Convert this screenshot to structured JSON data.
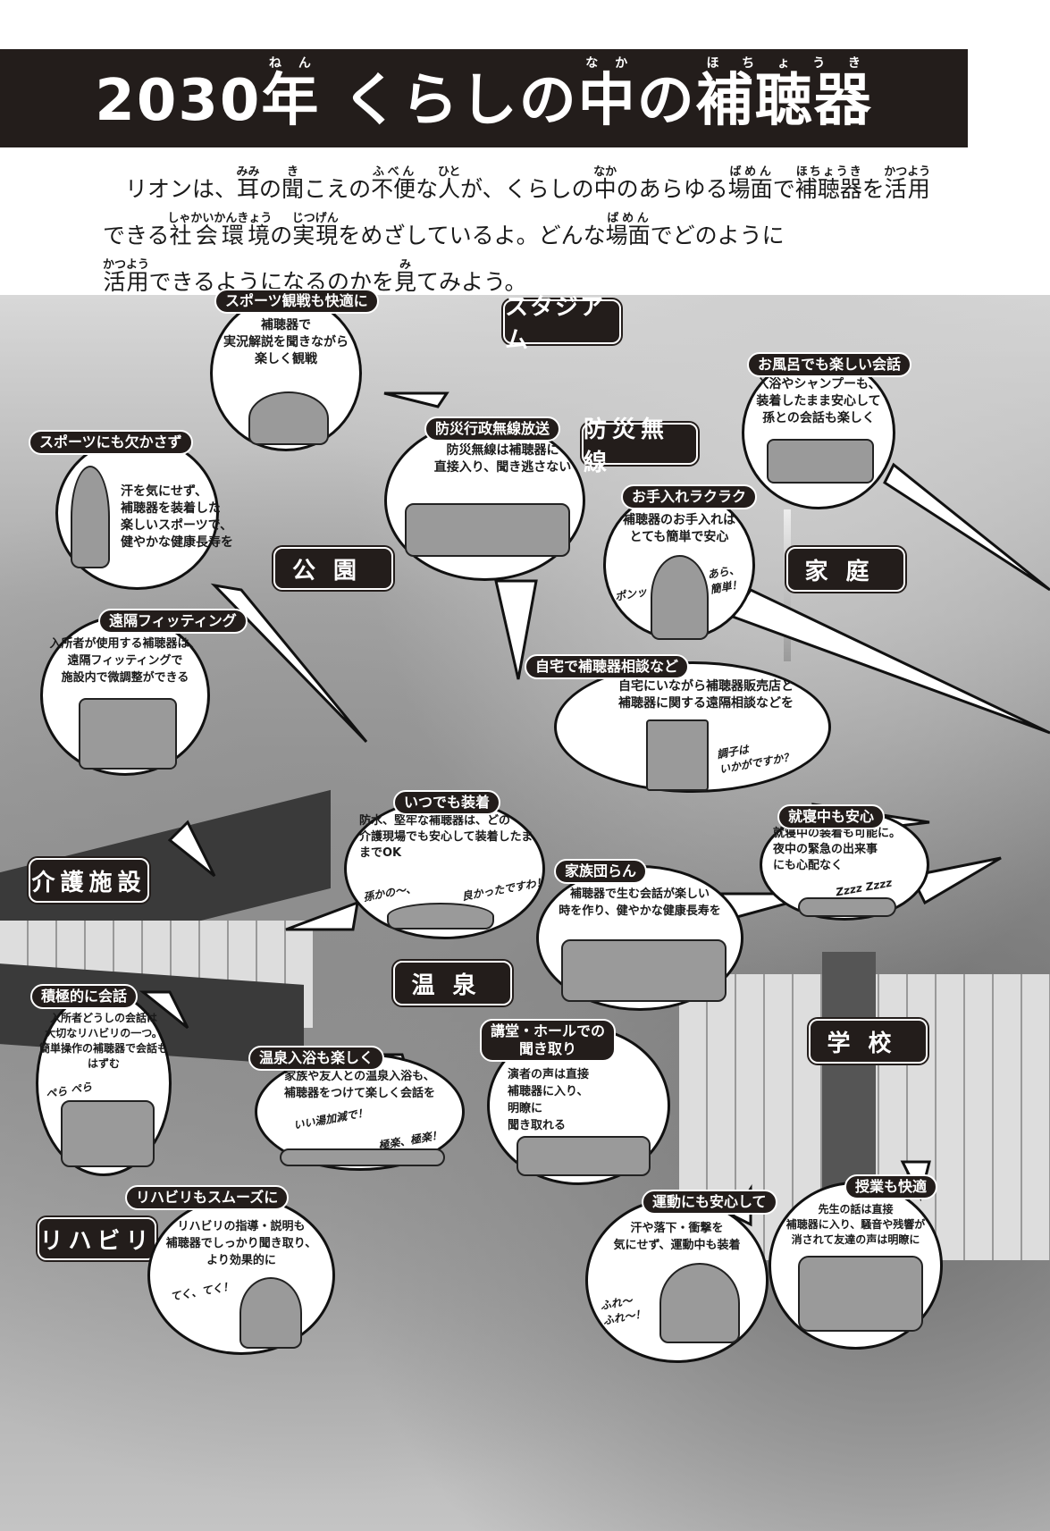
{
  "title": {
    "segments": [
      [
        "2030",
        ""
      ],
      [
        "年",
        "ねん"
      ],
      [
        " くらしの",
        ""
      ],
      [
        "中",
        "なか"
      ],
      [
        "の",
        ""
      ],
      [
        "補聴器",
        "ほちょうき"
      ]
    ]
  },
  "intro": {
    "lines": [
      [
        [
          "リオンは、",
          ""
        ],
        [
          "耳",
          "みみ"
        ],
        [
          "の",
          ""
        ],
        [
          "聞",
          "き"
        ],
        [
          "こえの",
          ""
        ],
        [
          "不便",
          "ふべん"
        ],
        [
          "な",
          ""
        ],
        [
          "人",
          "ひと"
        ],
        [
          "が、くらしの",
          ""
        ],
        [
          "中",
          "なか"
        ],
        [
          "のあらゆる",
          ""
        ],
        [
          "場面",
          "ばめん"
        ],
        [
          "で",
          ""
        ],
        [
          "補聴器",
          "ほちょうき"
        ],
        [
          "を",
          ""
        ],
        [
          "活用",
          "かつよう"
        ]
      ],
      [
        [
          "できる",
          ""
        ],
        [
          "社会環境",
          "しゃかいかんきょう"
        ],
        [
          "の",
          ""
        ],
        [
          "実現",
          "じつげん"
        ],
        [
          "をめざしているよ。どんな",
          ""
        ],
        [
          "場面",
          "ばめん"
        ],
        [
          "でどのように",
          ""
        ]
      ],
      [
        [
          "活用",
          "かつよう"
        ],
        [
          "できるようになるのかを",
          ""
        ],
        [
          "見",
          "み"
        ],
        [
          "てみよう。",
          ""
        ]
      ]
    ]
  },
  "places": {
    "stadium": "スタジアム",
    "bousai": "防災無線",
    "park": "公園",
    "home": "家庭",
    "care": "介護施設",
    "onsen": "温泉",
    "school": "学校",
    "rehab": "リハビリ"
  },
  "bubbles": {
    "sports_watch": {
      "label": "スポーツ観戦も快適に",
      "text": "補聴器で\n実況解説を聞きながら\n楽しく観戦"
    },
    "sports": {
      "label": "スポーツにも欠かさず",
      "text": "汗を気にせず、\n補聴器を装着した\n楽しいスポーツで、\n健やかな健康長寿を"
    },
    "bousai": {
      "label": "防災行政無線放送",
      "text": "防災無線は補聴器に\n直接入り、聞き逃さない"
    },
    "bath": {
      "label": "お風呂でも楽しい会話",
      "text": "入浴やシャンプーも、\n装着したまま安心して\n孫との会話も楽しく"
    },
    "care": {
      "label": "お手入れラクラク",
      "text": "補聴器のお手入れは\nとても簡単で安心",
      "speech1": "あら、\n簡単！",
      "speech2": "ポンッ"
    },
    "remote": {
      "label": "遠隔フィッティング",
      "text": "入所者が使用する補聴器は、\n遠隔フィッティングで\n施設内で微調整ができる"
    },
    "consult": {
      "label": "自宅で補聴器相談など",
      "text": "自宅にいながら補聴器販売店と\n補聴器に関する遠隔相談などを",
      "speech": "調子は\nいかがですか？"
    },
    "always": {
      "label": "いつでも装着",
      "text": "防水、堅牢な補聴器は、どの\n介護現場でも安心して装着したま\nまでOK",
      "speech1": "孫かの〜、",
      "speech2": "良かったですわ！"
    },
    "sleep": {
      "label": "就寝中も安心",
      "text": "就寝中の装着も可能に。\n夜中の緊急の出来事\nにも心配なく",
      "speech": "Zzzz Zzzz"
    },
    "family": {
      "label": "家族団らん",
      "text": "補聴器で生む会話が楽しい\n時を作り、健やかな健康長寿を"
    },
    "talk": {
      "label": "積極的に会話",
      "text": "入所者どうしの会話は\n大切なリハビリの一つ。\n簡単操作の補聴器で会話も\nはずむ",
      "speech": "ぺら ぺら"
    },
    "onsen": {
      "label": "温泉入浴も楽しく",
      "text": "家族や友人との温泉入浴も、\n補聴器をつけて楽しく会話を",
      "speech1": "いい湯加減で！",
      "speech2": "極楽、極楽！"
    },
    "hall": {
      "label": "講堂・ホールでの\n聞き取り",
      "text": "演者の声は直接\n補聴器に入り、\n明瞭に\n聞き取れる"
    },
    "rehab": {
      "label": "リハビリもスムーズに",
      "text": "リハビリの指導・説明も\n補聴器でしっかり聞き取り、\nより効果的に",
      "speech": "てく、てく！"
    },
    "exercise": {
      "label": "運動にも安心して",
      "text": "汗や落下・衝撃を\n気にせず、運動中も装着",
      "speech": "ふれ〜\nふれ〜！"
    },
    "class": {
      "label": "授業も快適",
      "text": "先生の話は直接\n補聴器に入り、騒音や残響が\n消されて友達の声は明瞭に"
    }
  }
}
